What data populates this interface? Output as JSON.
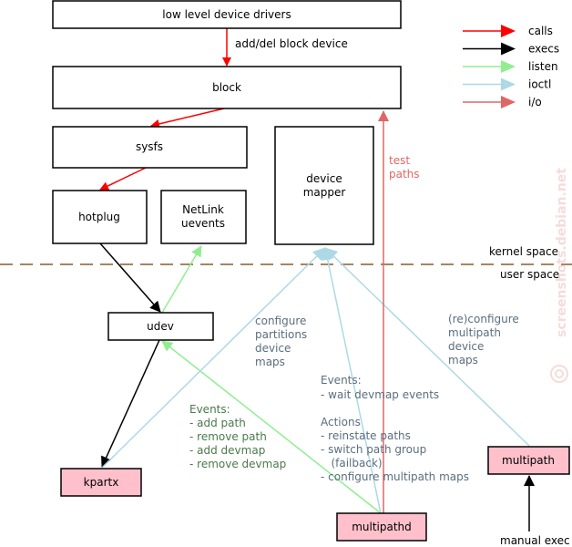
{
  "boxes": {
    "drivers": "low level device drivers",
    "block": "block",
    "sysfs": "sysfs",
    "device_mapper": [
      "device",
      "mapper"
    ],
    "hotplug": "hotplug",
    "netlink": [
      "NetLink",
      "uevents"
    ],
    "udev": "udev",
    "kpartx": "kpartx",
    "multipathd": "multipathd",
    "multipath": "multipath"
  },
  "edge_labels": {
    "add_del": "add/del block device",
    "test_paths": [
      "test",
      "paths"
    ],
    "configure": [
      "configure",
      "partitions",
      "device",
      "maps"
    ],
    "reconfigure": [
      "(re)configure",
      "multipath",
      "device",
      "maps"
    ],
    "events_udev": [
      "Events:",
      "- add path",
      "- remove path",
      "- add devmap",
      "- remove devmap"
    ],
    "events_mpd": [
      "Events:",
      "- wait devmap events",
      "",
      "Actions",
      "- reinstate paths",
      "- switch path group",
      "   (failback)",
      "- configure multipath maps"
    ],
    "manual_exec": "manual exec"
  },
  "space_labels": {
    "kernel": "kernel space",
    "user": "user space"
  },
  "legend": [
    {
      "label": "calls",
      "color": "#ff0000"
    },
    {
      "label": "execs",
      "color": "#000000"
    },
    {
      "label": "listen",
      "color": "#90ee90"
    },
    {
      "label": "ioctl",
      "color": "#add8e6"
    },
    {
      "label": "i/o",
      "color": "#e06666"
    }
  ],
  "colors": {
    "pink_box": "#ffc0cb",
    "divider": "#8b5a2b",
    "label_green": "#4a7a4a",
    "label_slate": "#5a6e7e",
    "label_red": "#e06666"
  },
  "watermark": "screenshots.debian.net"
}
